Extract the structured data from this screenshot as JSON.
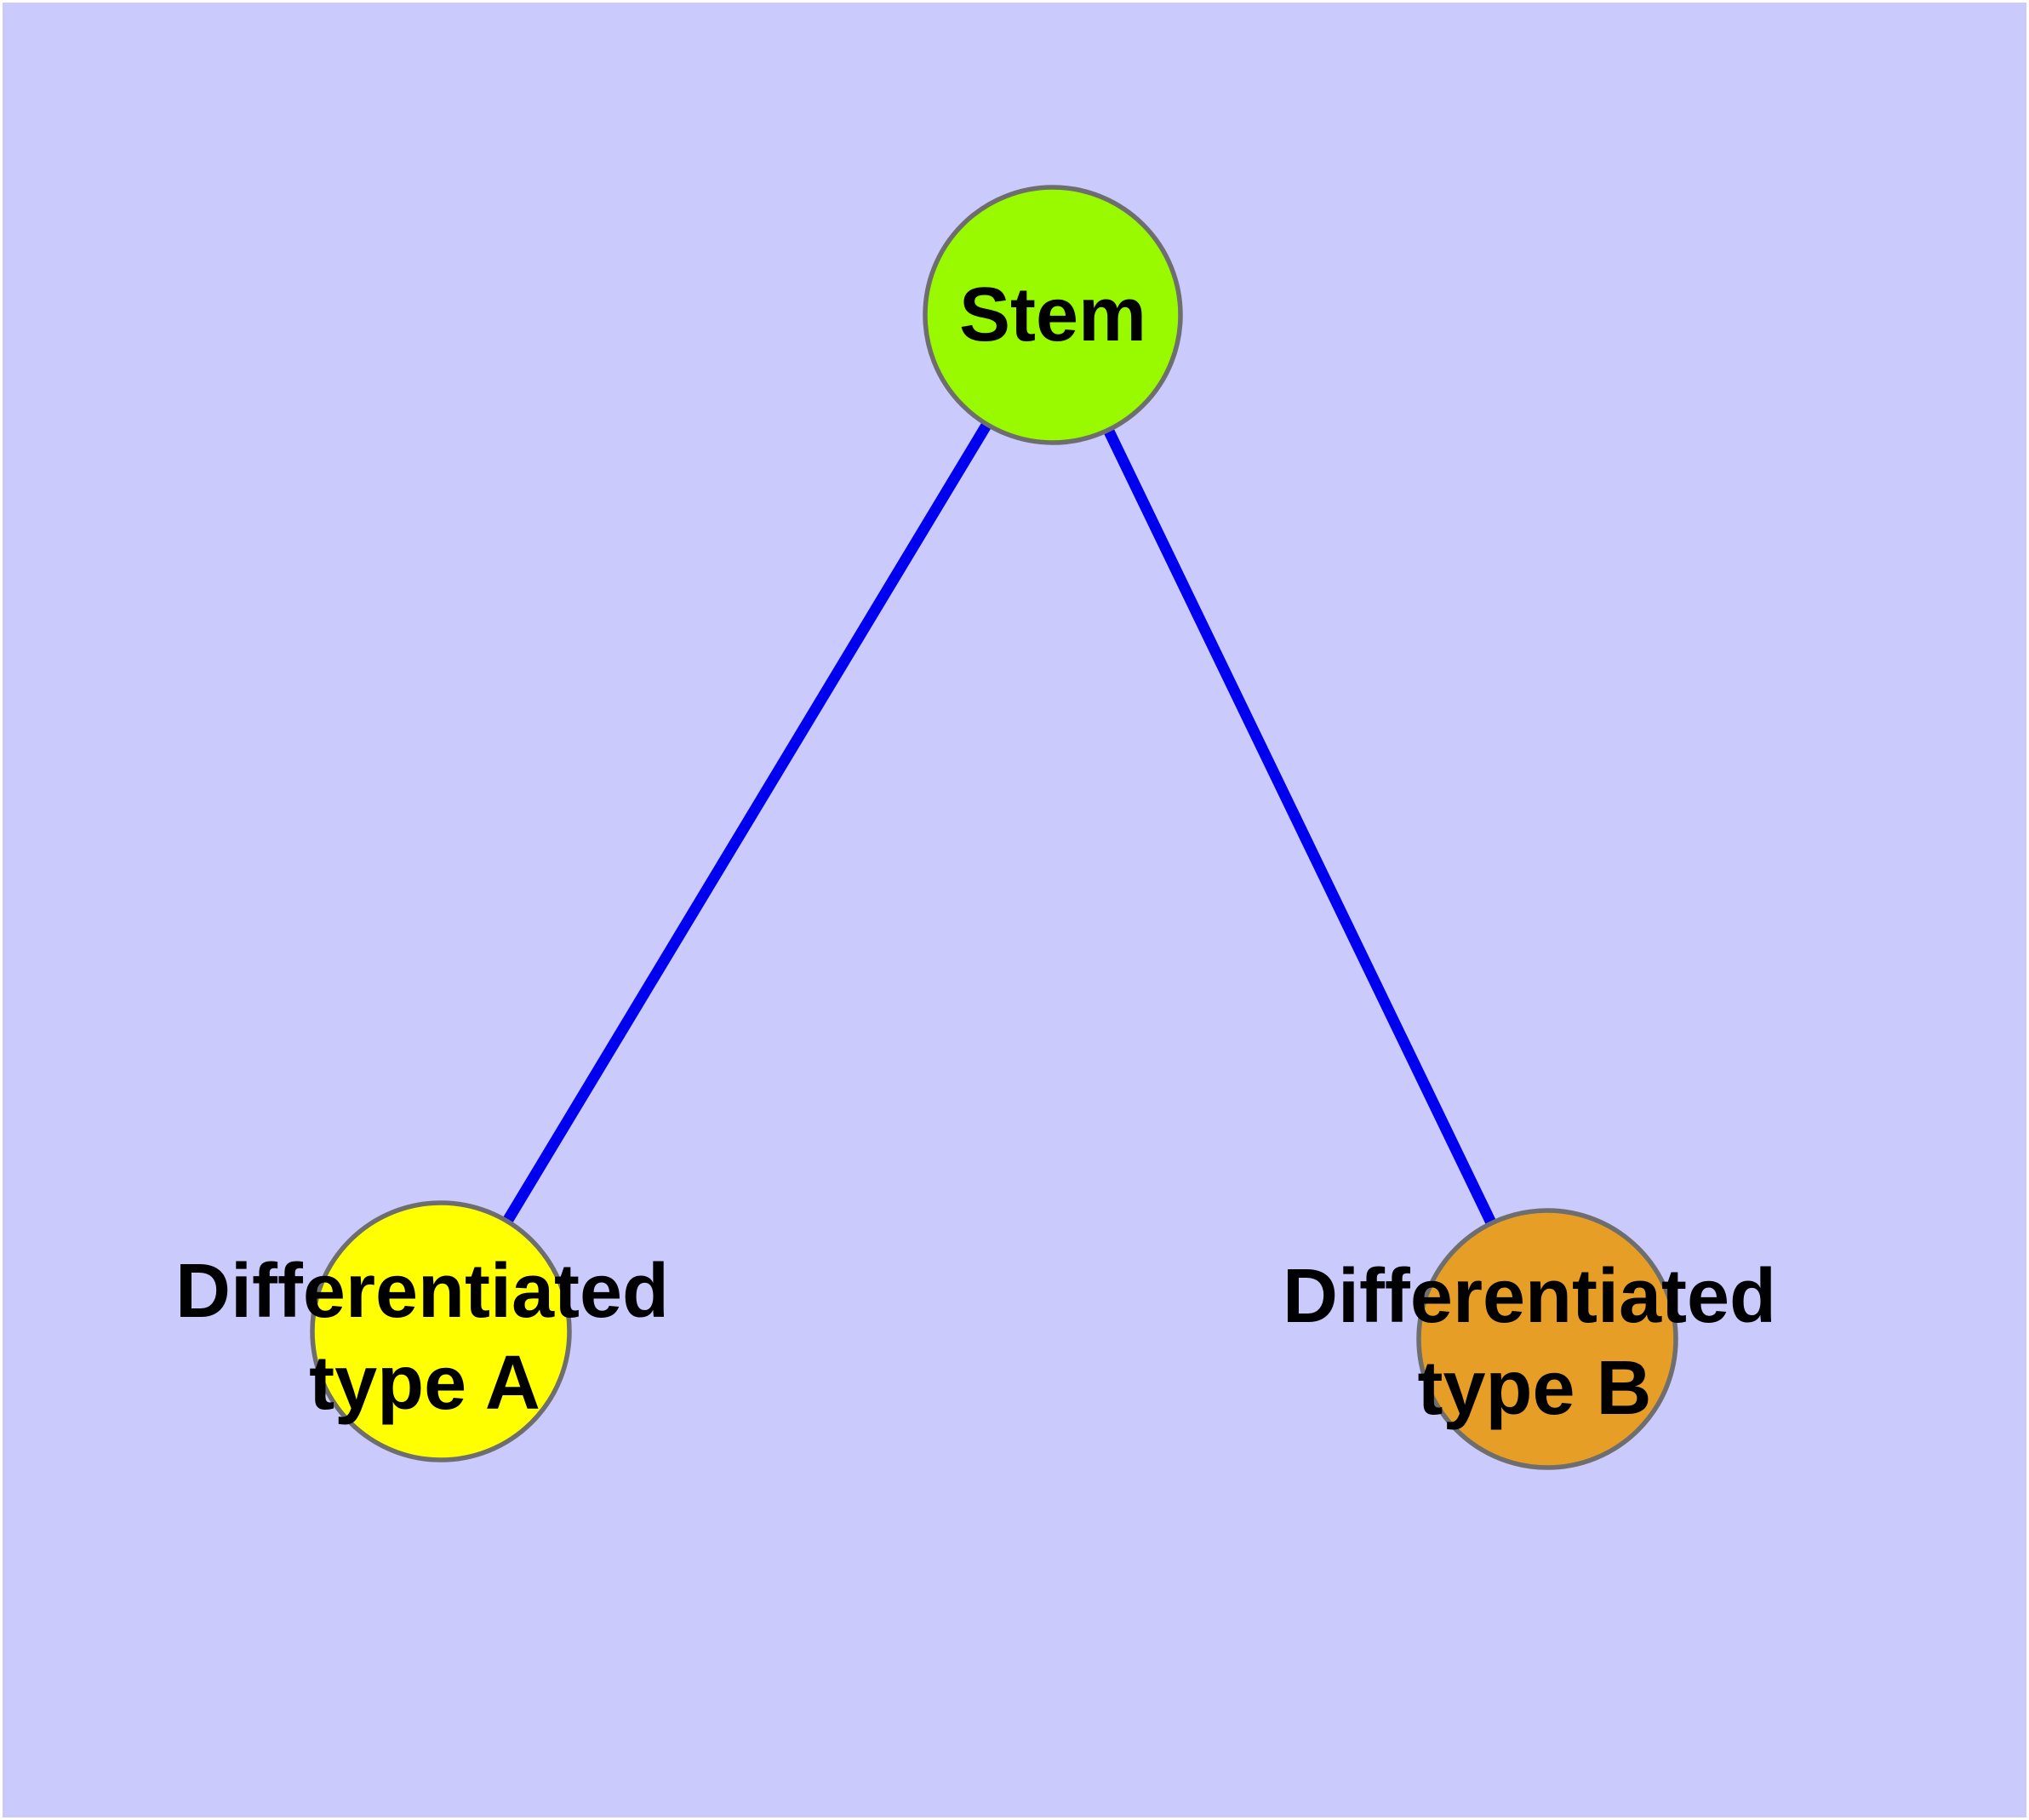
{
  "diagram": {
    "type": "node-link-graph",
    "colors": {
      "page_margin": "#FFFFFF",
      "background": "#CACAFC",
      "edge": "#0000EE",
      "node_border": "#6E6E6E",
      "label_text": "#000000"
    },
    "nodes": {
      "stem": {
        "label": "Stem",
        "fill": "#99FA00"
      },
      "typeA": {
        "label_line1": "Differentiated",
        "label_line2": "type A",
        "fill": "#FFFF00"
      },
      "typeB": {
        "label_line1": "Differentiated",
        "label_line2": "type B",
        "fill": "#E69E26"
      }
    },
    "edges": [
      {
        "from": "Stem",
        "to": "Differentiated type A"
      },
      {
        "from": "Stem",
        "to": "Differentiated type B"
      }
    ]
  }
}
